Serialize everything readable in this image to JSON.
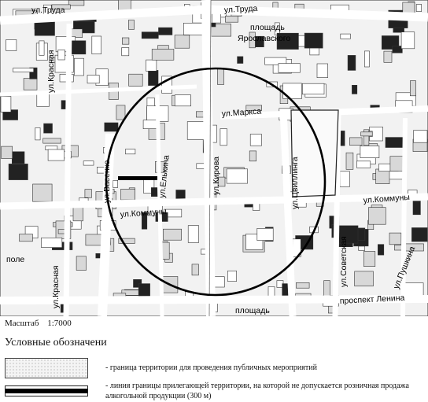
{
  "map": {
    "labels": {
      "trud_left": "ул.Труда",
      "trud_right": "ул.Труда",
      "ploshchad_yaroslavskogo_1": "площадь",
      "ploshchad_yaroslavskogo_2": "Ярославского",
      "krasnaya_top": "ул.Красная",
      "krasnaya_bottom": "ул.Красная",
      "marksa": "ул.Маркса",
      "vasenko": "ул.Васенко",
      "elkina": "ул.Елькина",
      "kirova": "ул.Кирова",
      "tsvillinga": "ул.Цвиллинга",
      "kommuny_left": "ул.Коммуны",
      "kommuny_right": "ул.Коммуны",
      "sovetskaya": "ул.Советская",
      "pushkina": "ул.Пушкина",
      "lenina": "проспект Ленина",
      "ploshchad_bottom": "площадь",
      "pole": "поле"
    }
  },
  "scale": {
    "label": "Масштаб",
    "value": "1:7000"
  },
  "legend": {
    "title": "Условные обозначени",
    "items": [
      {
        "text": "- граница территории для проведения публичных мероприятий"
      },
      {
        "text": "- линия границы прилегающей территории, на которой не допускается розничная продажа алкогольной продукции (300 м)"
      }
    ]
  }
}
